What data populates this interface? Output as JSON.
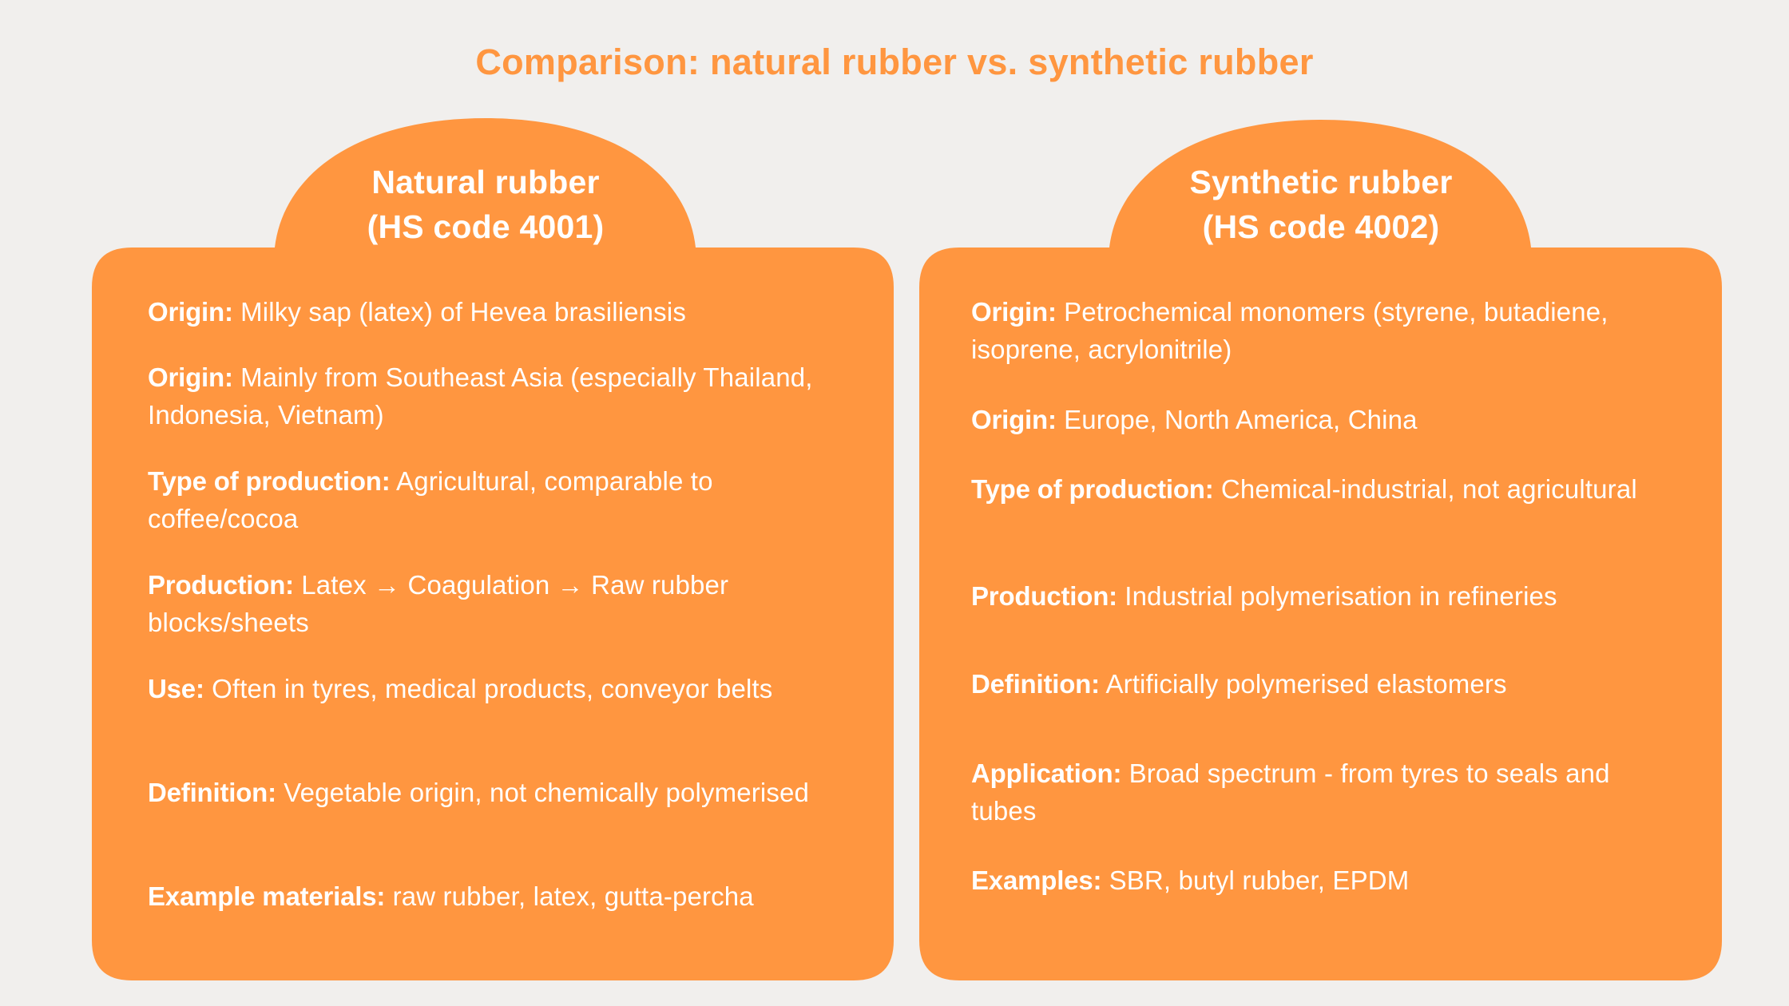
{
  "title": "Comparison: natural rubber vs. synthetic rubber",
  "colors": {
    "background": "#F1EFED",
    "accent": "#FF9640",
    "card_text": "#FFFFFF"
  },
  "columns": [
    {
      "heading_line1": "Natural rubber",
      "heading_line2": "(HS code 4001)",
      "items": [
        {
          "label": "Origin:",
          "value": "Milky sap (latex) of Hevea brasiliensis"
        },
        {
          "label": "Origin:",
          "value": "Mainly from Southeast Asia (especially Thailand, Indonesia, Vietnam)"
        },
        {
          "label": "Type of production:",
          "value": "Agricultural, comparable to coffee/cocoa"
        },
        {
          "label": "Production:",
          "value": "Latex → Coagulation → Raw rubber blocks/sheets"
        },
        {
          "label": "Use:",
          "value": "Often in tyres, medical products, conveyor belts"
        },
        {
          "label": "Definition:",
          "value": "Vegetable origin, not chemically polymerised"
        },
        {
          "label": "Example materials:",
          "value": "raw rubber, latex, gutta-percha"
        }
      ]
    },
    {
      "heading_line1": "Synthetic rubber",
      "heading_line2": "(HS code 4002)",
      "items": [
        {
          "label": "Origin:",
          "value": "Petrochemical monomers (styrene, butadiene, isoprene, acrylonitrile)"
        },
        {
          "label": "Origin:",
          "value": "Europe, North America, China"
        },
        {
          "label": "Type of production:",
          "value": "Chemical-industrial, not agricultural"
        },
        {
          "label": "Production:",
          "value": "Industrial polymerisation in refineries"
        },
        {
          "label": "Definition:",
          "value": "Artificially polymerised elastomers"
        },
        {
          "label": "Application:",
          "value": "Broad spectrum - from tyres to seals and tubes"
        },
        {
          "label": "Examples:",
          "value": "SBR, butyl rubber, EPDM"
        }
      ]
    }
  ]
}
